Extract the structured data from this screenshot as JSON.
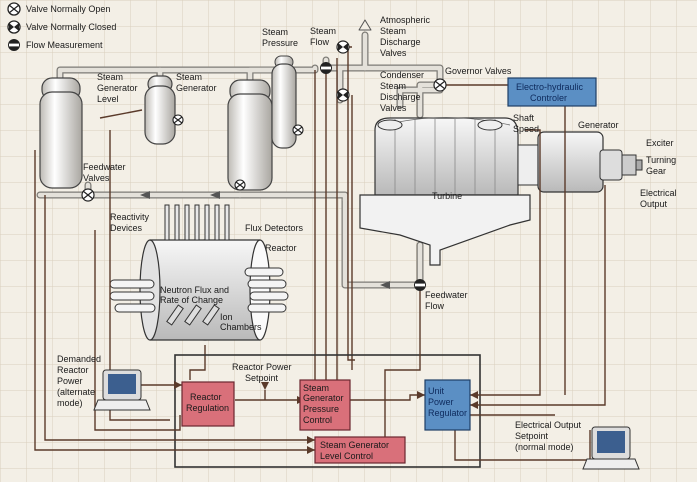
{
  "legend": {
    "valve_open": "Valve Normally Open",
    "valve_closed": "Valve Normally Closed",
    "flow_measurement": "Flow Measurement"
  },
  "labels": {
    "steam_pressure": [
      "Steam",
      "Pressure"
    ],
    "steam_flow": [
      "Steam",
      "Flow"
    ],
    "atmospheric": [
      "Atmospheric",
      "Steam",
      "Discharge",
      "Valves"
    ],
    "condenser": [
      "Condenser",
      "Steam",
      "Discharge",
      "Valves"
    ],
    "governor_valves": "Governor Valves",
    "sg_level": [
      "Steam",
      "Generator",
      "Level"
    ],
    "steam_generator": [
      "Steam",
      "Generator"
    ],
    "feedwater_valves": [
      "Feedwater",
      "Valves"
    ],
    "shaft_speed": [
      "Shaft",
      "Speed"
    ],
    "generator": "Generator",
    "exciter": "Exciter",
    "turning_gear": [
      "Turning",
      "Gear"
    ],
    "electrical_output": [
      "Electrical",
      "Output"
    ],
    "turbine": "Turbine",
    "reactivity_devices": [
      "Reactivity",
      "Devices"
    ],
    "flux_detectors": "Flux Detectors",
    "reactor": "Reactor",
    "neutron_flux": [
      "Neutron Flux and",
      "Rate of Change"
    ],
    "ion_chambers": [
      "Ion",
      "Chambers"
    ],
    "feedwater_flow": [
      "Feedwater",
      "Flow"
    ],
    "demanded_power": [
      "Demanded",
      "Reactor",
      "Power",
      "(alternate",
      "mode)"
    ],
    "reactor_power_setpoint": [
      "Reactor Power",
      "Setpoint"
    ],
    "elec_output_setpoint": [
      "Electrical Output",
      "Setpoint",
      "(normal mode)"
    ]
  },
  "boxes": {
    "electro_hydraulic": [
      "Electro-hydraulic",
      "Controler"
    ],
    "reactor_regulation": [
      "Reactor",
      "Regulation"
    ],
    "sg_pressure": [
      "Steam",
      "Generator",
      "Pressure",
      "Control"
    ],
    "unit_power": [
      "Unit",
      "Power",
      "Regulator"
    ],
    "sg_level_control": [
      "Steam Generator",
      "Level Control"
    ]
  },
  "colors": {
    "pipe": "#d8d4cc",
    "signal": "#5a3a2a",
    "box_pink": "#d9707a",
    "box_blue": "#5b8fc4",
    "legend_dark": "#222222"
  }
}
